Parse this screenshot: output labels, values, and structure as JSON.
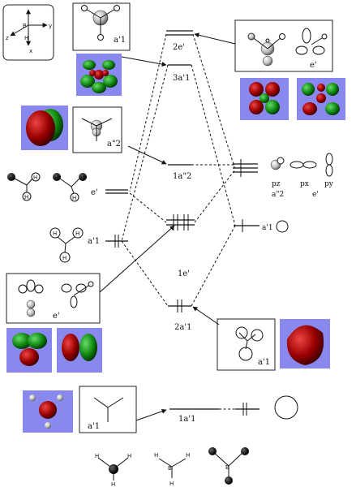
{
  "axes": {
    "x": "x",
    "y": "y",
    "z": "z",
    "B": "B",
    "H": "H"
  },
  "center_levels": {
    "e2": "2e'",
    "a3": "3a'1",
    "a2pp": "1a\"2",
    "e1": "1e'",
    "a2": "2a'1",
    "a1": "1a'1"
  },
  "boron_labels": {
    "pz": "pz",
    "px": "px",
    "py": "py",
    "a2pp": "a\"2",
    "ep": "e'",
    "a1p": "a'1"
  },
  "hydrogen_labels": {
    "e": "e'",
    "a1": "a'1"
  },
  "box_labels": {
    "top_a1": "a'1",
    "top_e": "e'",
    "mid_a2pp": "a\"2",
    "left_e": "e'",
    "right_a1": "a'1",
    "bottom_a1": "a'1"
  },
  "atom_letters": {
    "B": "B",
    "H": "H"
  }
}
